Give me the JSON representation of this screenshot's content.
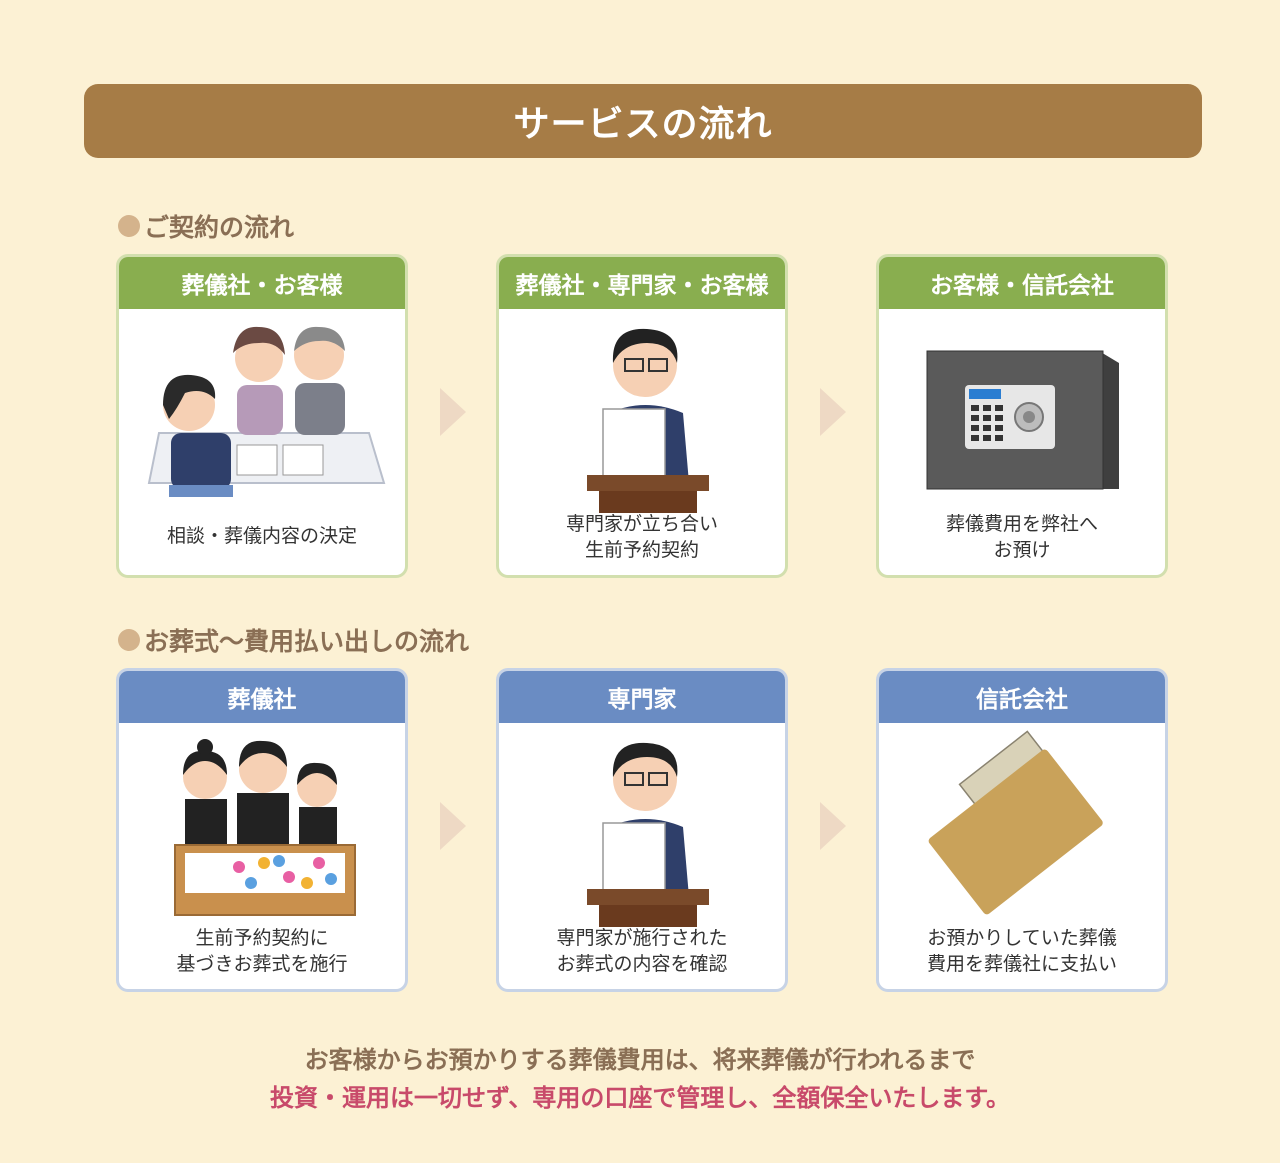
{
  "title": "サービスの流れ",
  "sections": [
    {
      "heading": "ご契約の流れ",
      "cards": [
        {
          "header": "葬儀社・お客様",
          "caption": [
            "相談・葬儀内容の決定"
          ],
          "illustration": "consultation-scene"
        },
        {
          "header": "葬儀社・専門家・お客様",
          "caption": [
            "専門家が立ち合い",
            "生前予約契約"
          ],
          "illustration": "expert-at-podium"
        },
        {
          "header": "お客様・信託会社",
          "caption": [
            "葬儀費用を弊社へ",
            "お預け"
          ],
          "illustration": "safe"
        }
      ]
    },
    {
      "heading": "お葬式～費用払い出しの流れ",
      "cards": [
        {
          "header": "葬儀社",
          "caption": [
            "生前予約契約に",
            "基づきお葬式を施行"
          ],
          "illustration": "funeral-scene"
        },
        {
          "header": "専門家",
          "caption": [
            "専門家が施行された",
            "お葬式の内容を確認"
          ],
          "illustration": "expert-at-podium"
        },
        {
          "header": "信託会社",
          "caption": [
            "お預かりしていた葬儀",
            "費用を葬儀社に支払い"
          ],
          "illustration": "money-envelope"
        }
      ]
    }
  ],
  "footer": {
    "line1": "お客様からお預かりする葬儀費用は、将来葬儀が行われるまで",
    "line2": "投資・運用は一切せず、専用の口座で管理し、全額保全いたします。"
  },
  "colors": {
    "background": "#fcf1d4",
    "banner": "#a67c46",
    "green_header": "#89ae4f",
    "blue_header": "#6a8cc3",
    "footer_highlight": "#c84a6a"
  }
}
